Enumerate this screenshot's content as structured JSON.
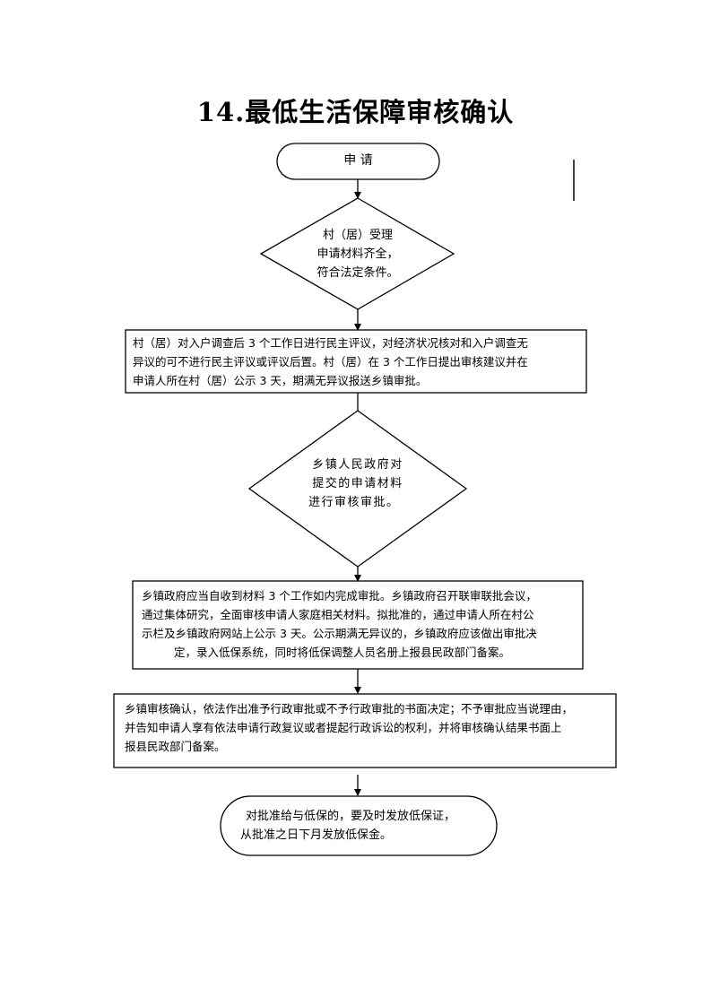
{
  "page": {
    "title": "14.最低生活保障审核确认"
  },
  "flow": {
    "start": "申 请",
    "decision1": {
      "lines": [
        "村（居）受理",
        "申请材料齐全，",
        "符合法定条件。"
      ]
    },
    "process1": {
      "lines": [
        "村（居）对入户调查后 3 个工作日进行民主评议，对经济状况核对和入户调查无",
        "异议的可不进行民主评议或评议后置。村（居）在 3 个工作日提出审核建议并在",
        "申请人所在村（居）公示 3 天，期满无异议报送乡镇审批。"
      ]
    },
    "decision2": {
      "lines": [
        "乡镇人民政府对",
        "提交的申请材料",
        "进行审核审批。"
      ]
    },
    "process2": {
      "lines": [
        "乡镇政府应当自收到材料 3 个工作如内完成审批。乡镇政府召开联审联批会议，",
        "通过集体研究，全面审核申请人家庭相关材料。拟批准的，通过申请人所在村公",
        "示栏及乡镇政府网站上公示 3 天。公示期满无异议的，乡镇政府应该做出审批决",
        "定，录入低保系统，同时将低保调整人员名册上报县民政部门备案。"
      ]
    },
    "process3": {
      "lines": [
        "乡镇审核确认，依法作出准予行政审批或不予行政审批的书面决定；不予审批应当说理由，",
        "并告知申请人享有依法申请行政复议或者提起行政诉讼的权利，并将审核确认结果书面上",
        "报县民政部门备案。"
      ]
    },
    "end": {
      "lines": [
        "对批准给与低保的，要及时发放低保证，",
        "从批准之日下月发放低保金。"
      ]
    }
  }
}
